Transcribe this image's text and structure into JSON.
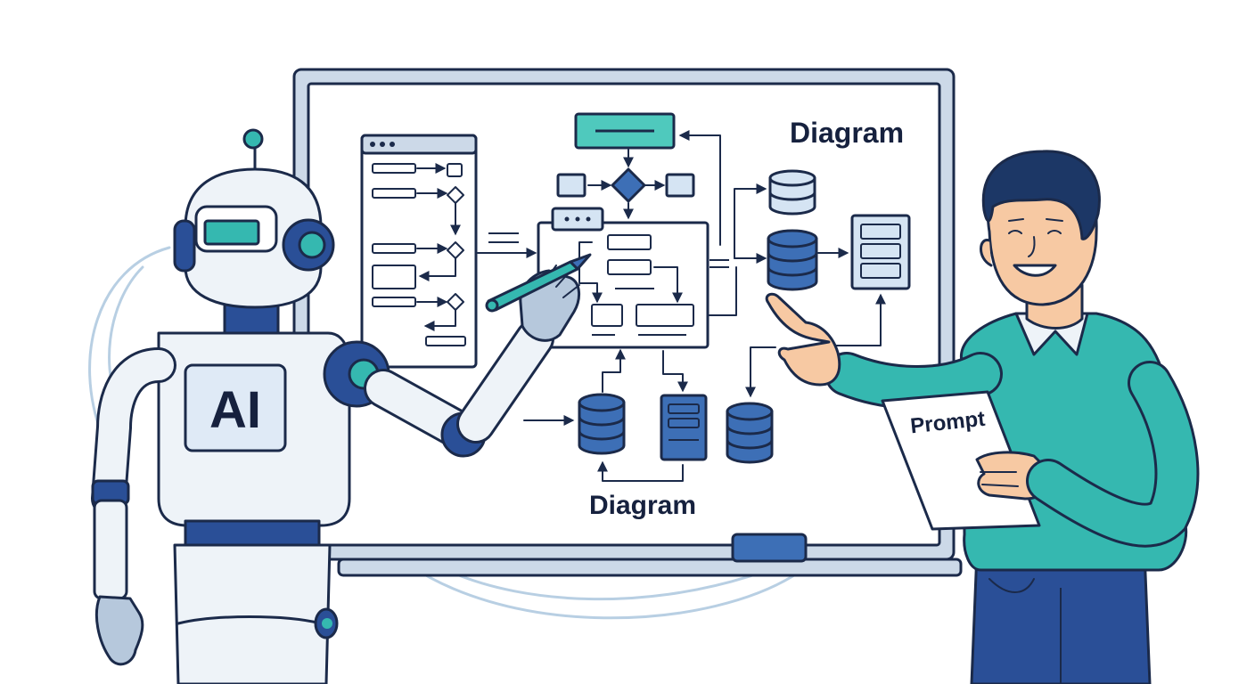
{
  "labels": {
    "diagram_top": "Diagram",
    "diagram_bottom": "Diagram",
    "robot_chest": "AI",
    "clipboard": "Prompt"
  },
  "colors": {
    "ink": "#1b2a4a",
    "blue": "#3d6fb6",
    "light_blue": "#d5e4f3",
    "teal": "#35b8b0",
    "teal_light": "#4fc9bd",
    "skin": "#f7c9a3",
    "hair": "#1c3766",
    "pants": "#2a4f97"
  },
  "icons": [
    "robot-icon",
    "database-icon",
    "server-icon",
    "flowchart-icon",
    "pen-icon",
    "clipboard-icon"
  ]
}
